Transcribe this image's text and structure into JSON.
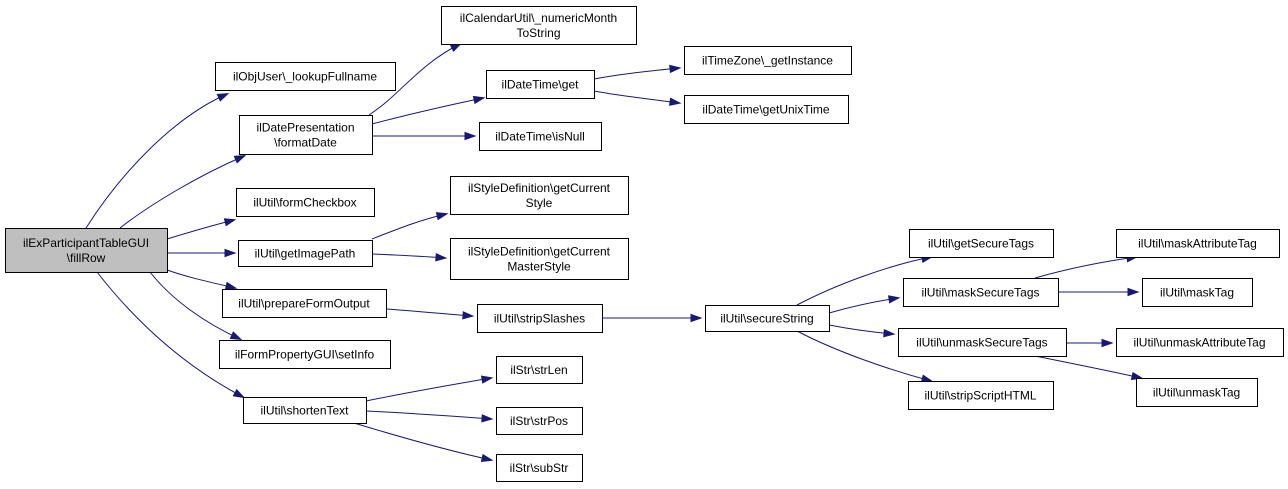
{
  "diagram": {
    "colors": {
      "edge": "#191970",
      "root_fill": "#bfbfbf",
      "node_fill": "#ffffff",
      "node_border": "#000000"
    },
    "nodes": [
      {
        "id": "root",
        "lines": [
          "ilExParticipantTableGUI",
          "\\fillRow"
        ],
        "root": true
      },
      {
        "id": "lookupFullname",
        "lines": [
          "ilObjUser\\_lookupFullname"
        ]
      },
      {
        "id": "formatDate",
        "lines": [
          "ilDatePresentation",
          "\\formatDate"
        ]
      },
      {
        "id": "numericMonth",
        "lines": [
          "ilCalendarUtil\\_numericMonth",
          "ToString"
        ]
      },
      {
        "id": "dtGet",
        "lines": [
          "ilDateTime\\get"
        ]
      },
      {
        "id": "tzGetInstance",
        "lines": [
          "ilTimeZone\\_getInstance"
        ]
      },
      {
        "id": "getUnixTime",
        "lines": [
          "ilDateTime\\getUnixTime"
        ]
      },
      {
        "id": "isNull",
        "lines": [
          "ilDateTime\\isNull"
        ]
      },
      {
        "id": "formCheckbox",
        "lines": [
          "ilUtil\\formCheckbox"
        ]
      },
      {
        "id": "getImagePath",
        "lines": [
          "ilUtil\\getImagePath"
        ]
      },
      {
        "id": "getCurrentStyle",
        "lines": [
          "ilStyleDefinition\\getCurrent",
          "Style"
        ]
      },
      {
        "id": "getCurrentMasterStyle",
        "lines": [
          "ilStyleDefinition\\getCurrent",
          "MasterStyle"
        ]
      },
      {
        "id": "prepareFormOutput",
        "lines": [
          "ilUtil\\prepareFormOutput"
        ]
      },
      {
        "id": "stripSlashes",
        "lines": [
          "ilUtil\\stripSlashes"
        ]
      },
      {
        "id": "secureString",
        "lines": [
          "ilUtil\\secureString"
        ]
      },
      {
        "id": "getSecureTags",
        "lines": [
          "ilUtil\\getSecureTags"
        ]
      },
      {
        "id": "maskSecureTags",
        "lines": [
          "ilUtil\\maskSecureTags"
        ]
      },
      {
        "id": "unmaskSecureTags",
        "lines": [
          "ilUtil\\unmaskSecureTags"
        ]
      },
      {
        "id": "stripScriptHTML",
        "lines": [
          "ilUtil\\stripScriptHTML"
        ]
      },
      {
        "id": "maskAttributeTag",
        "lines": [
          "ilUtil\\maskAttributeTag"
        ]
      },
      {
        "id": "maskTag",
        "lines": [
          "ilUtil\\maskTag"
        ]
      },
      {
        "id": "unmaskAttributeTag",
        "lines": [
          "ilUtil\\unmaskAttributeTag"
        ]
      },
      {
        "id": "unmaskTag",
        "lines": [
          "ilUtil\\unmaskTag"
        ]
      },
      {
        "id": "setInfo",
        "lines": [
          "ilFormPropertyGUI\\setInfo"
        ]
      },
      {
        "id": "shortenText",
        "lines": [
          "ilUtil\\shortenText"
        ]
      },
      {
        "id": "strLen",
        "lines": [
          "ilStr\\strLen"
        ]
      },
      {
        "id": "strPos",
        "lines": [
          "ilStr\\strPos"
        ]
      },
      {
        "id": "subStr",
        "lines": [
          "ilStr\\subStr"
        ]
      }
    ],
    "edges": [
      {
        "from": "root",
        "to": "lookupFullname"
      },
      {
        "from": "root",
        "to": "formatDate"
      },
      {
        "from": "root",
        "to": "formCheckbox"
      },
      {
        "from": "root",
        "to": "getImagePath"
      },
      {
        "from": "root",
        "to": "prepareFormOutput"
      },
      {
        "from": "root",
        "to": "setInfo"
      },
      {
        "from": "root",
        "to": "shortenText"
      },
      {
        "from": "formatDate",
        "to": "numericMonth"
      },
      {
        "from": "formatDate",
        "to": "dtGet"
      },
      {
        "from": "formatDate",
        "to": "isNull"
      },
      {
        "from": "dtGet",
        "to": "tzGetInstance"
      },
      {
        "from": "dtGet",
        "to": "getUnixTime"
      },
      {
        "from": "getImagePath",
        "to": "getCurrentStyle"
      },
      {
        "from": "getImagePath",
        "to": "getCurrentMasterStyle"
      },
      {
        "from": "prepareFormOutput",
        "to": "stripSlashes"
      },
      {
        "from": "stripSlashes",
        "to": "secureString"
      },
      {
        "from": "secureString",
        "to": "getSecureTags"
      },
      {
        "from": "secureString",
        "to": "maskSecureTags"
      },
      {
        "from": "secureString",
        "to": "unmaskSecureTags"
      },
      {
        "from": "secureString",
        "to": "stripScriptHTML"
      },
      {
        "from": "maskSecureTags",
        "to": "maskAttributeTag"
      },
      {
        "from": "maskSecureTags",
        "to": "maskTag"
      },
      {
        "from": "unmaskSecureTags",
        "to": "unmaskAttributeTag"
      },
      {
        "from": "unmaskSecureTags",
        "to": "unmaskTag"
      },
      {
        "from": "shortenText",
        "to": "strLen"
      },
      {
        "from": "shortenText",
        "to": "strPos"
      },
      {
        "from": "shortenText",
        "to": "subStr"
      }
    ]
  }
}
